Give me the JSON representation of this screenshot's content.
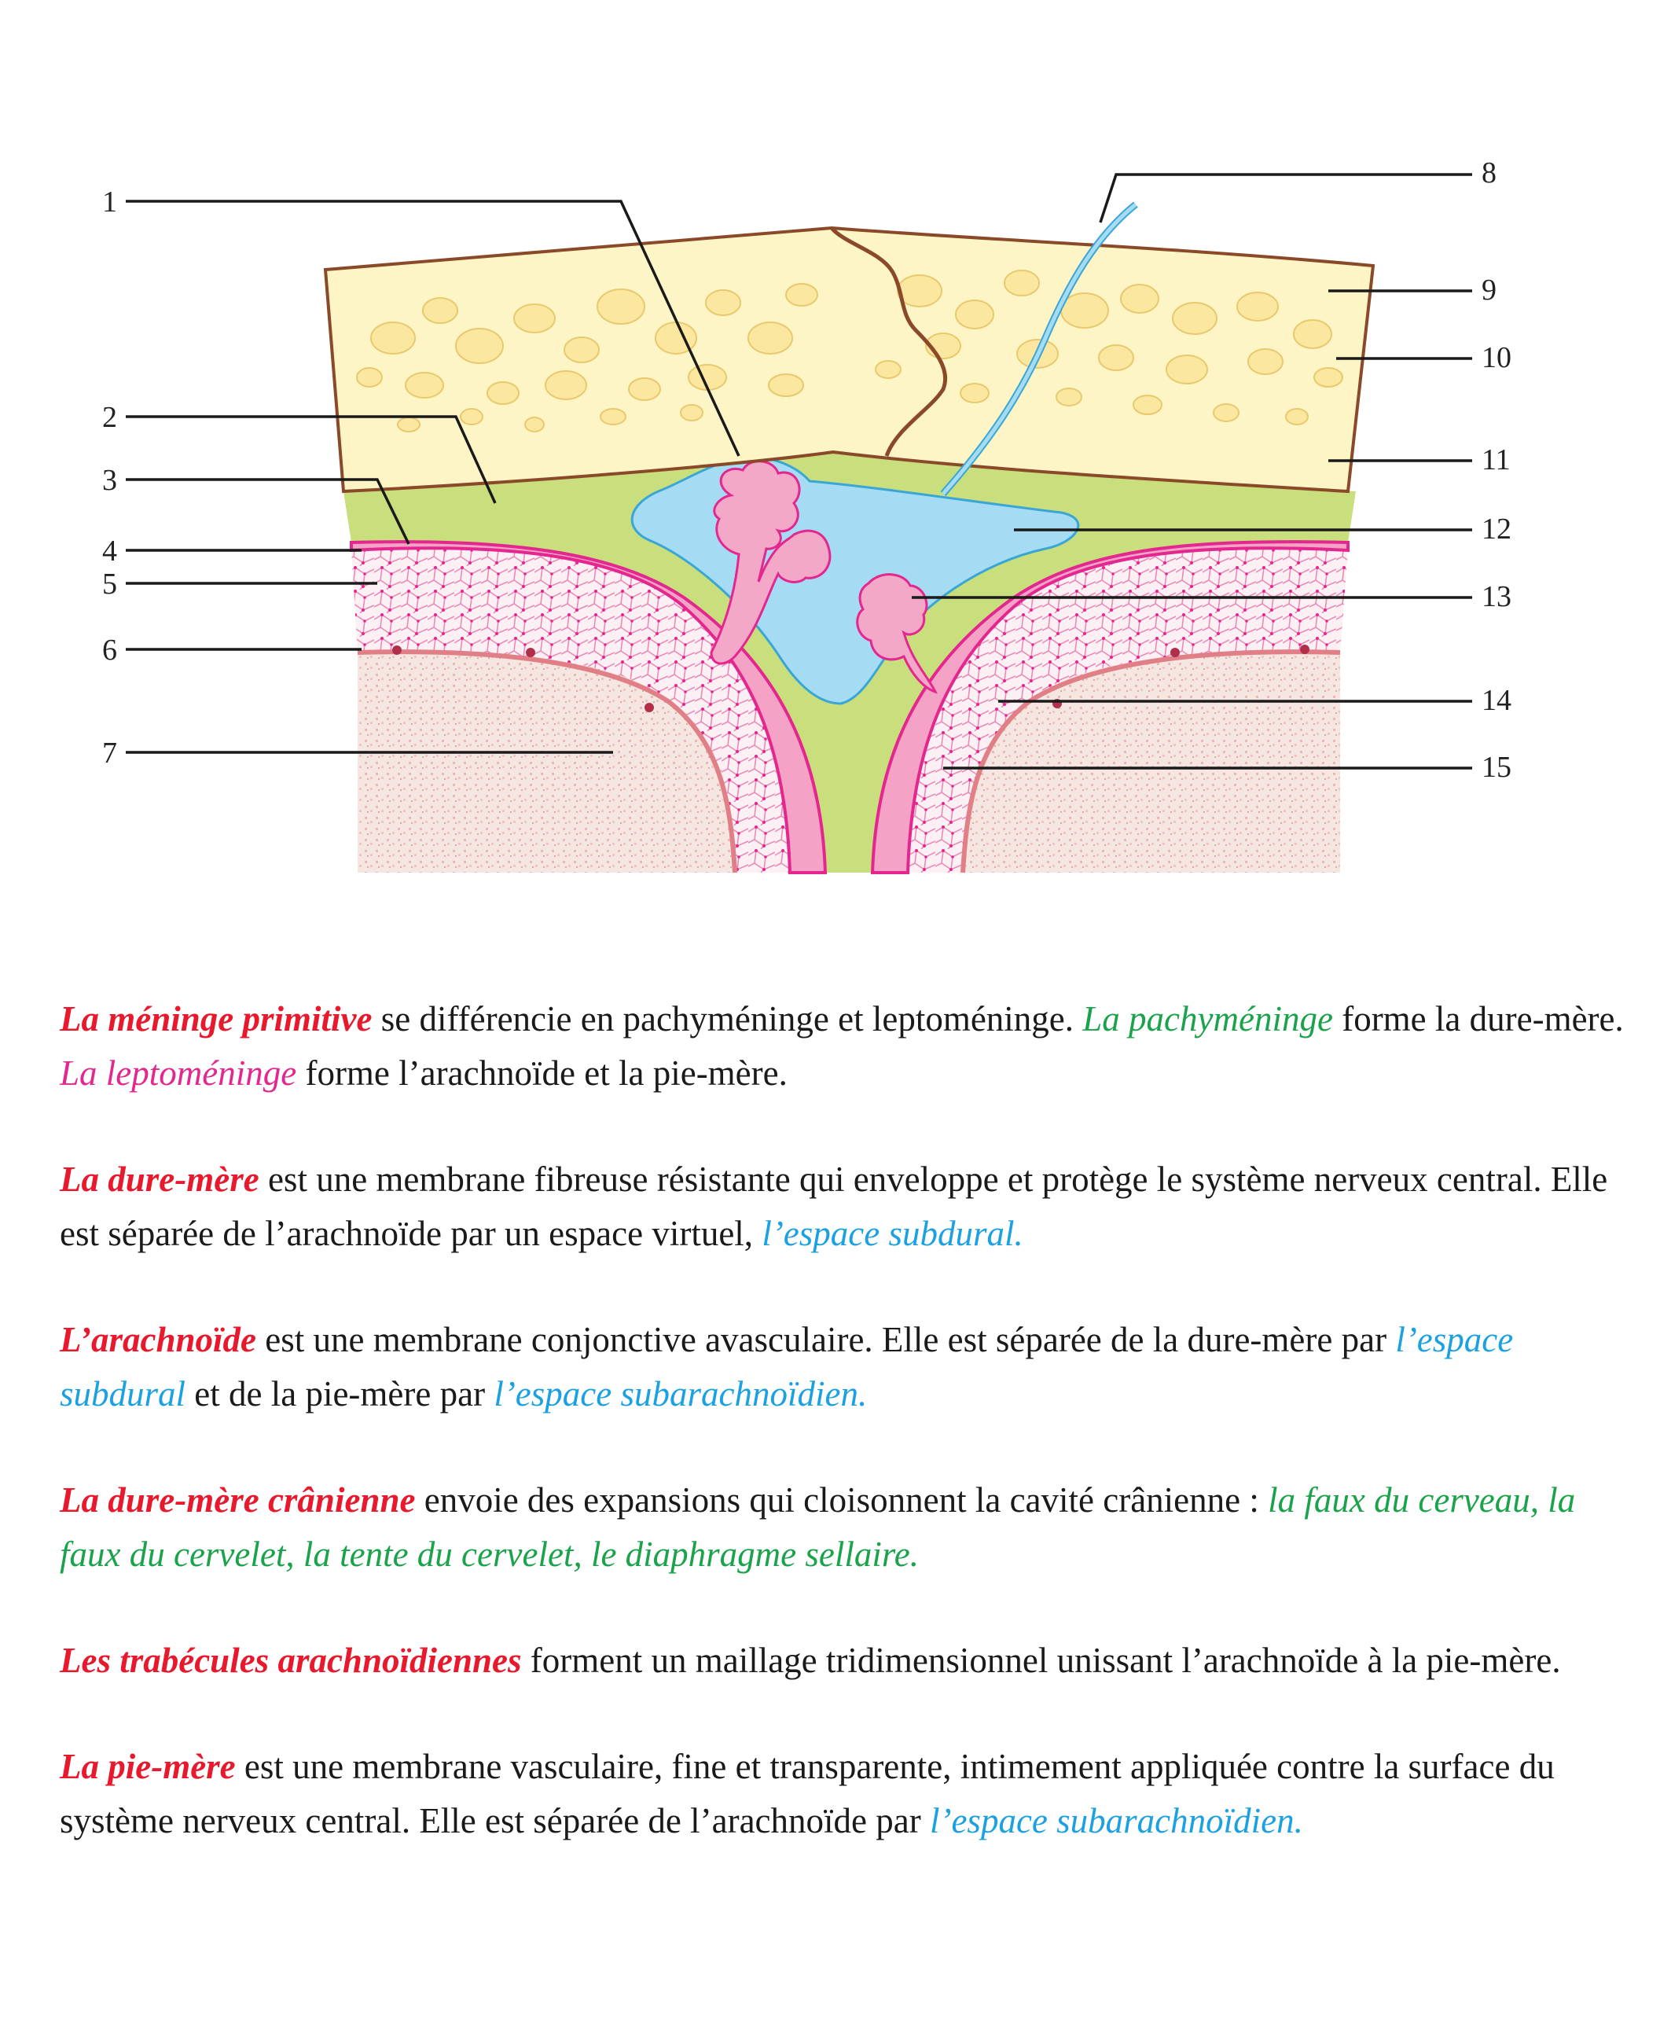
{
  "diagram": {
    "labels": [
      "1",
      "2",
      "3",
      "4",
      "5",
      "6",
      "7",
      "8",
      "9",
      "10",
      "11",
      "12",
      "13",
      "14",
      "15"
    ],
    "colors": {
      "bone": "#fdf5c6",
      "bone_cells": "#fbe7a0",
      "bone_outline": "#8a4a2a",
      "dura": "#c9de7c",
      "sinus": "#a6dcf3",
      "sinus_outline": "#3aa6d6",
      "arachnoid_villi": "#f4a8c8",
      "arachnoid": "#e4268f",
      "trabeculae": "#f2a6c6",
      "pia": "#e88a8a",
      "brain": "#f2d9d4"
    }
  },
  "paragraphs": [
    {
      "segments": [
        {
          "text": "La méninge primitive",
          "style": "red"
        },
        {
          "text": " se différencie en pachyméninge et leptoméninge. ",
          "style": "plain"
        },
        {
          "text": "La pachyméninge",
          "style": "green"
        },
        {
          "text": " forme la dure-mère. ",
          "style": "plain"
        },
        {
          "text": "La leptoméninge",
          "style": "pink"
        },
        {
          "text": " forme l’arachnoïde et la pie-mère.",
          "style": "plain"
        }
      ]
    },
    {
      "segments": [
        {
          "text": "La dure-mère",
          "style": "red"
        },
        {
          "text": " est une membrane fibreuse résistante qui enveloppe et protège le système nerveux central. Elle est séparée de l’arachnoïde par un espace virtuel, ",
          "style": "plain"
        },
        {
          "text": "l’espace subdural.",
          "style": "blue"
        }
      ]
    },
    {
      "segments": [
        {
          "text": "L’arachnoïde",
          "style": "red"
        },
        {
          "text": " est une membrane conjonctive avasculaire. Elle est séparée de la dure-mère par ",
          "style": "plain"
        },
        {
          "text": "l’espace subdural",
          "style": "blue"
        },
        {
          "text": " et de la pie-mère par ",
          "style": "plain"
        },
        {
          "text": "l’espace subarachnoïdien.",
          "style": "blue"
        }
      ]
    },
    {
      "segments": [
        {
          "text": "La dure-mère crânienne",
          "style": "red"
        },
        {
          "text": " envoie des expansions qui cloisonnent la cavité crânienne : ",
          "style": "plain"
        },
        {
          "text": "la faux du cerveau, la faux du cervelet, la tente du cervelet, le diaphragme sellaire.",
          "style": "green"
        }
      ]
    },
    {
      "segments": [
        {
          "text": "Les trabécules arachnoïdiennes",
          "style": "red"
        },
        {
          "text": " forment un maillage tridimensionnel unissant l’arachnoïde à la pie-mère.",
          "style": "plain"
        }
      ]
    },
    {
      "segments": [
        {
          "text": "La pie-mère",
          "style": "red"
        },
        {
          "text": " est une membrane vasculaire, fine et transparente, intimement appliquée contre la surface du système nerveux central. Elle est séparée de l’arachnoïde par ",
          "style": "plain"
        },
        {
          "text": "l’espace subarachnoïdien.",
          "style": "blue"
        }
      ]
    }
  ]
}
